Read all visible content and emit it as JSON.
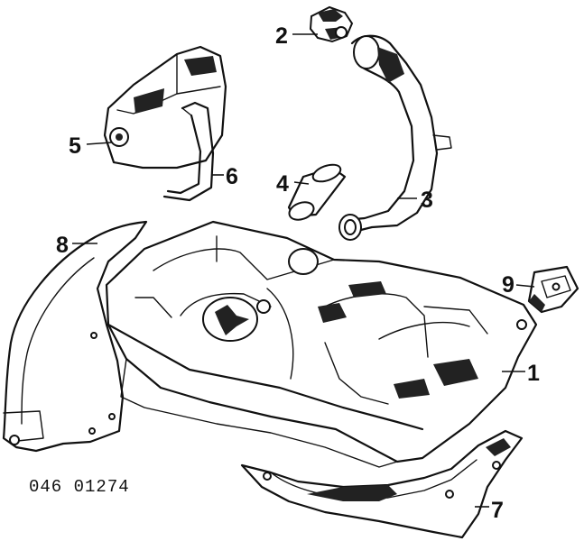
{
  "callouts": {
    "c1": "1",
    "c2": "2",
    "c3": "3",
    "c4": "4",
    "c5": "5",
    "c6": "6",
    "c7": "7",
    "c8": "8",
    "c9": "9"
  },
  "reference_code": "046 01274"
}
